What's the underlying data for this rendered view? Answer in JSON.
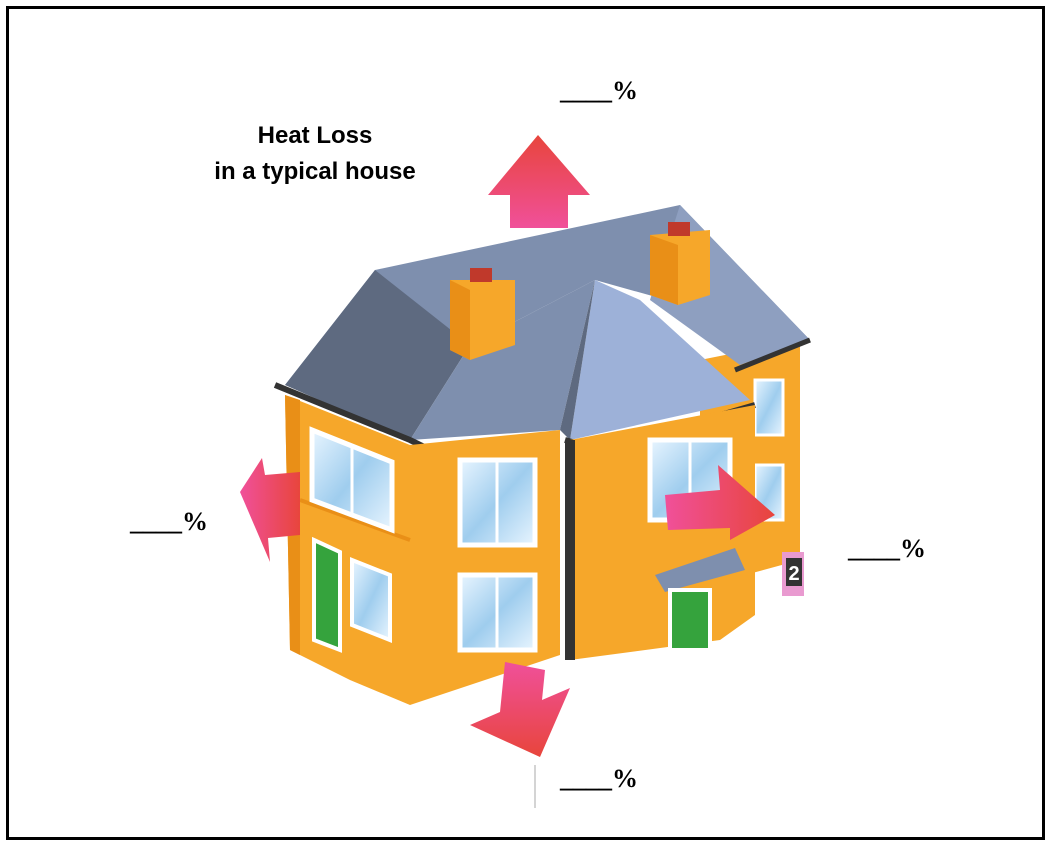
{
  "title": {
    "line1": "Heat Loss",
    "line2": "in a typical house"
  },
  "labels": {
    "roof": "____%",
    "walls_left": "____%",
    "windows_right": "____%",
    "floor": "____%"
  },
  "house_number_sign": "2",
  "colors": {
    "wall": "#f6a72a",
    "wall_shadow": "#e98f17",
    "roof": "#7e8fae",
    "roof_light": "#9db1d8",
    "roof_dark": "#5e6a80",
    "arrow": "#f0509a",
    "arrow_tip": "#e8453c",
    "window_glass": "#bfe0f5",
    "door": "#35a33d"
  }
}
